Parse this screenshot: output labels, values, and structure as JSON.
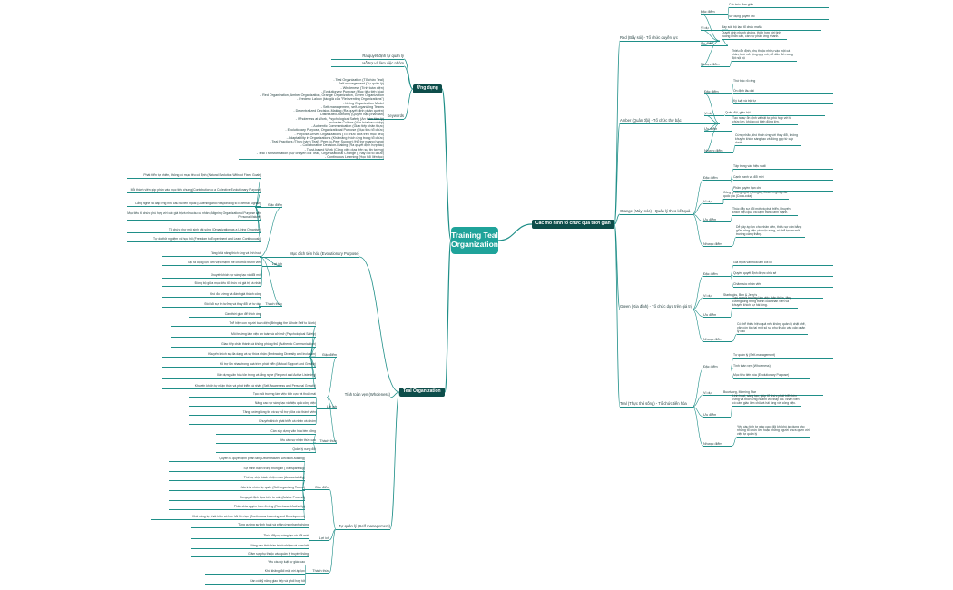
{
  "root": "Training Teal Organization",
  "colors": {
    "root": "#1fa39a",
    "branch": "#0d4d4a",
    "line": "#1f8f88"
  },
  "branches": [
    {
      "label": "Các mô hình tổ chức qua thời gian",
      "side": "right",
      "children": [
        {
          "label": "Red (Bầy sói) - Tổ chức quyền lực",
          "children": [
            {
              "label": "Đặc điểm",
              "children": [
                {
                  "label": "Cấu trúc đơn giản"
                },
                {
                  "label": "Sử dụng quyền lực"
                }
              ]
            },
            {
              "label": "Ví dụ",
              "children": [
                {
                  "label": "Bầy sói, bộ lạc, tổ chức mafia"
                }
              ]
            },
            {
              "label": "Ưu điểm",
              "children": [
                {
                  "label": "Quyết định nhanh chóng, thích hợp với tình huống khẩn cấp, cần sự phản ứng nhanh."
                }
              ]
            },
            {
              "label": "Nhược điểm",
              "children": [
                {
                  "label": "Thiếu ổn định, phụ thuộc nhiều vào một cá nhân, khó mở rộng quy mô, dễ dẫn đến xung đột nội bộ"
                }
              ]
            }
          ]
        },
        {
          "label": "Amber (Quân đội) - Tổ chức thứ bậc",
          "children": [
            {
              "label": "Đặc điểm",
              "children": [
                {
                  "label": "Thứ bậc rõ ràng"
                },
                {
                  "label": "Ổn định lâu dài"
                },
                {
                  "label": "Kỷ luật và trật tự"
                }
              ]
            },
            {
              "label": "Ví dụ",
              "children": [
                {
                  "label": "Quân đội, giáo hội"
                }
              ]
            },
            {
              "label": "Ưu điểm",
              "children": [
                {
                  "label": "Tạo ra sự ổn định và trật tự, phù hợp với tổ chức lớn, không có biến động lớn."
                }
              ]
            },
            {
              "label": "Nhược điểm",
              "children": [
                {
                  "label": "Cứng nhắc, khó thích ứng với thay đổi, không khuyến khích sáng tạo và đóng góp từ cấp dưới."
                }
              ]
            }
          ]
        },
        {
          "label": "Orange (Máy móc) - Quản lý theo kết quả",
          "children": [
            {
              "label": "Đặc điểm",
              "children": [
                {
                  "label": "Tập trung vào hiệu suất"
                },
                {
                  "label": "Cạnh tranh và đổi mới"
                },
                {
                  "label": "Phân quyền hạn chế"
                }
              ]
            },
            {
              "label": "Ví dụ",
              "children": [
                {
                  "label": "Công ty công nghệ (Google), Doanh nghiệp đa quốc gia (Coca-cola)"
                }
              ]
            },
            {
              "label": "Ưu điểm",
              "children": [
                {
                  "label": "Thúc đẩy sự đổi mới và phát triển, khuyến khích hiệu quả và cạnh tranh lành mạnh."
                }
              ]
            },
            {
              "label": "Nhược điểm",
              "children": [
                {
                  "label": "Dễ gây áp lực cho nhân viên, thiếu sự cân bằng giữa công việc và cuộc sống, có thể tạo ra môi trường căng thẳng."
                }
              ]
            }
          ]
        },
        {
          "label": "Green (Gia đình) - Tổ chức dựa trên giá trị",
          "children": [
            {
              "label": "Đặc điểm",
              "children": [
                {
                  "label": "Giá trị và văn hóa làm cốt lõi"
                },
                {
                  "label": "Quyền quyết định được chia sẻ"
                },
                {
                  "label": "Chăm sóc nhân viên"
                }
              ]
            },
            {
              "label": "Ví dụ",
              "children": [
                {
                  "label": "Starbucks, Ben & Jerry's"
                }
              ]
            },
            {
              "label": "Ưu điểm",
              "children": [
                {
                  "label": "Tạo ra môi trường làm việc thân thiện, tăng cường lòng trung thành của nhân viên và khuyến khích sự hài lòng."
                }
              ]
            },
            {
              "label": "Nhược điểm",
              "children": [
                {
                  "label": "Có thể thiếu hiệu quả nếu không quản lý chặt chẽ, văn còn tồn tại một số sự phụ thuộc vào cấp quản lý cao"
                }
              ]
            }
          ]
        },
        {
          "label": "Teal (Thực thể sống) - Tổ chức tiến hóa",
          "children": [
            {
              "label": "Đặc điểm",
              "children": [
                {
                  "label": "Tự quản lý (Self-management)"
                },
                {
                  "label": "Tính toàn vẹn (Wholeness)"
                },
                {
                  "label": "Mục tiêu tiến hóa (Evolutionary Purpose)"
                }
              ]
            },
            {
              "label": "Ví dụ",
              "children": [
                {
                  "label": "Buurtzorg, Morning Star"
                }
              ]
            },
            {
              "label": "Ưu điểm",
              "children": [
                {
                  "label": "Linh hoạt, sáng tạo, giúp tổ chức phát triển bền vững và thích ứng nhanh với thay đổi. Nhân viên có cảm giác làm chủ và hài lòng với công việc."
                }
              ]
            },
            {
              "label": "Nhược điểm",
              "children": [
                {
                  "label": "Yêu cầu tính tự giác cao, đôi khi khó áp dụng cho những tổ chức lớn hoặc những người chưa quen với việc tự quản lý"
                }
              ]
            }
          ]
        }
      ]
    },
    {
      "label": "Ứng dụng",
      "side": "left",
      "children": [
        {
          "label": "Ra quyết định tự quản lý"
        },
        {
          "label": "Hỗ trợ và làm việc nhóm"
        },
        {
          "label": "Keywords",
          "children": [
            {
              "label": "- Teal Organization (Tổ chức Teal)\n- Self-management (Tự quản lý)\n- Wholeness (Tính toàn diện)\n- Evolutionary Purpose (Mục tiêu tiến hóa)\n- Red Organization, Amber Organization, Orange Organization, Green Organization\n- Frederic Laloux (tác giả của \"Reinventing Organizations\")\n- Living Organization Model\n- Self-management, self-organizing Teams\n- Decentralized Decision-Making (Ra quyết định phân quyền)\n- Distributed Authority (Quyền hạn phân tán)\n- Wholeness at Work, Psychological Safety (An toàn tâm lý)\n- Inclusive Culture (Văn hóa bao nhập)\n- Authentic Communication (Giao tiếp chân thực)\n- Evolutionary Purpose, Organizational Purpose (Mục tiêu tổ chức)\n- Purpose-Driven Organizations (Tổ chức dựa trên mục tiêu)\n- Adaptability in Organizations (Khả năng thích ứng trong tổ chức)\n- Teal Practices (Thực hành Teal), Peer-to-Peer Support (Hỗ trợ ngang hàng)\n- Collaborative Decision-Making (Ra quyết định hợp tác)\n- Trust-based Work (Công việc dựa trên sự tin tưởng)\n- Teal Transformation (Sự chuyển đổi Teal), Organizational Change (Thay đổi tổ chức)\n- Continuous Learning (Học hỏi liên tục)"
            }
          ]
        }
      ]
    },
    {
      "label": "Teal Organization",
      "side": "left",
      "children": [
        {
          "label": "Mục đích tiến hóa (Evolutionary Purpose)",
          "children": [
            {
              "label": "Đặc điểm",
              "children": [
                {
                  "label": "Phát triển tự nhiên, không có mục tiêu cố định (Natural Evolution Without Fixed Goals)"
                },
                {
                  "label": "Mỗi thành viên góp phần vào mục tiêu chung (Contribution to a Collective Evolutionary Purpose)"
                },
                {
                  "label": "Lắng nghe và đáp ứng nhu cầu từ bên ngoài (Listening and Responding to External Signals)"
                },
                {
                  "label": "Mục tiêu tổ chức phù hợp với các giá trị và nhu cầu cá nhân (Aligning Organizational Purpose with Personal Values)"
                },
                {
                  "label": "Tổ chức như một sinh vật sống (Organization as a Living Organism)"
                },
                {
                  "label": "Tự do thử nghiệm và học hỏi (Freedom to Experiment and Learn Continuously)"
                }
              ]
            },
            {
              "label": "Lợi ích",
              "children": [
                {
                  "label": "Tăng khả năng thích ứng và linh hoạt"
                },
                {
                  "label": "Tạo ra động lực làm việc mạnh mẽ cho mỗi thành viên"
                },
                {
                  "label": "Khuyến khích sự sáng tạo và đổi mới"
                },
                {
                  "label": "Đồng bộ giữa mục tiêu tổ chức và giá trị cá nhân"
                }
              ]
            },
            {
              "label": "Thách thức",
              "children": [
                {
                  "label": "Khó đo lường và đánh giá thành công"
                },
                {
                  "label": "Đòi hỏi sự tin tưởng và thay đổi về tư duy"
                },
                {
                  "label": "Cần thời gian để thích ứng"
                }
              ]
            }
          ]
        },
        {
          "label": "Tính toàn vẹn (Wholeness)",
          "children": [
            {
              "label": "Đặc điểm",
              "children": [
                {
                  "label": "Thể hiện con người toàn diện (Bringing the Whole Self to Work)"
                },
                {
                  "label": "Môi trường làm việc an toàn và cởi mở (Psychological Safety)"
                },
                {
                  "label": "Giao tiếp chân thành và không phòng thủ (Authentic Communication)"
                },
                {
                  "label": "Khuyến khích sự đa dạng và sự thừa nhận (Embracing Diversity and Inclusion)"
                },
                {
                  "label": "Hỗ trợ lẫn nhau trong quá trình phát triển (Mutual Support and Growth)"
                },
                {
                  "label": "Xây dựng văn hóa tôn trọng và lắng nghe (Respect and Active Listening)"
                },
                {
                  "label": "Khuyến khích tự nhận thức và phát triển cá nhân (Self-Awareness and Personal Growth)"
                }
              ]
            },
            {
              "label": "Lợi ích",
              "children": [
                {
                  "label": "Tạo môi trường làm việc tích cực và thoải mái"
                },
                {
                  "label": "Nâng cao sự sáng tạo và hiệu quả công việc"
                },
                {
                  "label": "Tăng cường lòng tin và sự hỗ trợ giữa các thành viên"
                },
                {
                  "label": "Khuyến khích phát triển cá nhân và nhóm"
                }
              ]
            },
            {
              "label": "Thách thức",
              "children": [
                {
                  "label": "Cần xây dựng văn hóa bền vững"
                },
                {
                  "label": "Yêu cầu sự nhận thức cao"
                },
                {
                  "label": "Quản lý xung đột"
                }
              ]
            }
          ]
        },
        {
          "label": "Tự quản lý (Self-management)",
          "children": [
            {
              "label": "Đặc điểm",
              "children": [
                {
                  "label": "Quyền ra quyết định phân tán (Decentralized Decision-Making)"
                },
                {
                  "label": "Sự minh bạch trong thông tin (Transparency)"
                },
                {
                  "label": "Tính tự chịu trách nhiệm cao (Accountability)"
                },
                {
                  "label": "Cấu trúc nhóm tự quản (Self-organizing Teams)"
                },
                {
                  "label": "Ra quyết định dựa trên tư vấn (Advice Process)"
                },
                {
                  "label": "Phân chia quyền hạn rõ ràng (Role-based Authority)"
                },
                {
                  "label": "Khả năng tự phát triển và học hỏi liên tục (Continuous Learning and Development)"
                }
              ]
            },
            {
              "label": "Lợi ích",
              "children": [
                {
                  "label": "Tăng cường sự linh hoạt và phản ứng nhanh chóng"
                },
                {
                  "label": "Thúc đẩy sự sáng tạo và đổi mới"
                },
                {
                  "label": "Nâng cao tinh thần trách nhiệm và cam kết"
                },
                {
                  "label": "Giảm sự phụ thuộc vào quản lý truyền thống"
                }
              ]
            },
            {
              "label": "Thách thức",
              "children": [
                {
                  "label": "Yêu cầu kỷ luật tự giác cao"
                },
                {
                  "label": "Khó khăng đối mặt với áp lực"
                },
                {
                  "label": "Cần có kỹ năng giao tiếp và phối hợp tốt"
                }
              ]
            }
          ]
        }
      ]
    }
  ]
}
